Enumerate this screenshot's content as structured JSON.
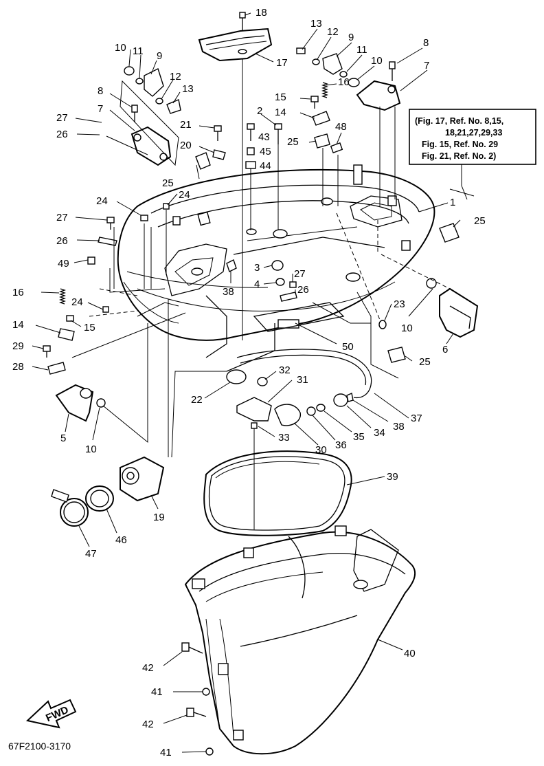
{
  "diagram_code": "67F2100-3170",
  "fwd_label": "FWD",
  "note_lines": [
    "(Fig. 17, Ref. No. 8,15,",
    "18,21,27,29,33",
    "Fig. 15, Ref. No. 29",
    "Fig. 21, Ref. No. 2)"
  ],
  "labels": [
    {
      "id": "l18",
      "text": "18"
    },
    {
      "id": "l17",
      "text": "17"
    },
    {
      "id": "l13a",
      "text": "13"
    },
    {
      "id": "l12a",
      "text": "12"
    },
    {
      "id": "l9a",
      "text": "9"
    },
    {
      "id": "l11a",
      "text": "11"
    },
    {
      "id": "l10a",
      "text": "10"
    },
    {
      "id": "l8a",
      "text": "8"
    },
    {
      "id": "l7a",
      "text": "7"
    },
    {
      "id": "l16a",
      "text": "16"
    },
    {
      "id": "l15a",
      "text": "15"
    },
    {
      "id": "l14a",
      "text": "14"
    },
    {
      "id": "l10b",
      "text": "10"
    },
    {
      "id": "l11b",
      "text": "11"
    },
    {
      "id": "l9b",
      "text": "9"
    },
    {
      "id": "l12b",
      "text": "12"
    },
    {
      "id": "l13b",
      "text": "13"
    },
    {
      "id": "l8b",
      "text": "8"
    },
    {
      "id": "l7b",
      "text": "7"
    },
    {
      "id": "l27a",
      "text": "27"
    },
    {
      "id": "l26a",
      "text": "26"
    },
    {
      "id": "l21",
      "text": "21"
    },
    {
      "id": "l20",
      "text": "20"
    },
    {
      "id": "l2",
      "text": "2"
    },
    {
      "id": "l43",
      "text": "43"
    },
    {
      "id": "l45",
      "text": "45"
    },
    {
      "id": "l44",
      "text": "44"
    },
    {
      "id": "l25a",
      "text": "25"
    },
    {
      "id": "l48",
      "text": "48"
    },
    {
      "id": "l25b",
      "text": "25"
    },
    {
      "id": "l24a",
      "text": "24"
    },
    {
      "id": "l24b",
      "text": "24"
    },
    {
      "id": "l27b",
      "text": "27"
    },
    {
      "id": "l26b",
      "text": "26"
    },
    {
      "id": "l49",
      "text": "49"
    },
    {
      "id": "l1",
      "text": "1"
    },
    {
      "id": "l25c",
      "text": "25"
    },
    {
      "id": "l3",
      "text": "3"
    },
    {
      "id": "l27c",
      "text": "27"
    },
    {
      "id": "l4",
      "text": "4"
    },
    {
      "id": "l26c",
      "text": "26"
    },
    {
      "id": "l38a",
      "text": "38"
    },
    {
      "id": "l16b",
      "text": "16"
    },
    {
      "id": "l24c",
      "text": "24"
    },
    {
      "id": "l15b",
      "text": "15"
    },
    {
      "id": "l14b",
      "text": "14"
    },
    {
      "id": "l23",
      "text": "23"
    },
    {
      "id": "l10c",
      "text": "10"
    },
    {
      "id": "l6",
      "text": "6"
    },
    {
      "id": "l29",
      "text": "29"
    },
    {
      "id": "l50",
      "text": "50"
    },
    {
      "id": "l28",
      "text": "28"
    },
    {
      "id": "l25d",
      "text": "25"
    },
    {
      "id": "l32",
      "text": "32"
    },
    {
      "id": "l31",
      "text": "31"
    },
    {
      "id": "l22",
      "text": "22"
    },
    {
      "id": "l5",
      "text": "5"
    },
    {
      "id": "l10d",
      "text": "10"
    },
    {
      "id": "l37",
      "text": "37"
    },
    {
      "id": "l38b",
      "text": "38"
    },
    {
      "id": "l34",
      "text": "34"
    },
    {
      "id": "l35",
      "text": "35"
    },
    {
      "id": "l36",
      "text": "36"
    },
    {
      "id": "l30",
      "text": "30"
    },
    {
      "id": "l33",
      "text": "33"
    },
    {
      "id": "l39",
      "text": "39"
    },
    {
      "id": "l19",
      "text": "19"
    },
    {
      "id": "l46",
      "text": "46"
    },
    {
      "id": "l47",
      "text": "47"
    },
    {
      "id": "l40",
      "text": "40"
    },
    {
      "id": "l42a",
      "text": "42"
    },
    {
      "id": "l41a",
      "text": "41"
    },
    {
      "id": "l42b",
      "text": "42"
    },
    {
      "id": "l41b",
      "text": "41"
    }
  ]
}
